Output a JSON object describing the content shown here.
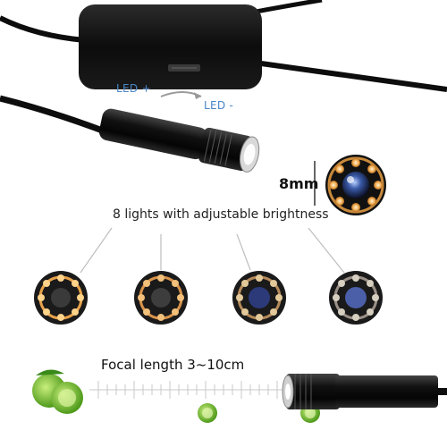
{
  "labels": {
    "led_plus": "LED +",
    "led_minus": "LED -",
    "lens_size": "8mm",
    "brightness_caption": "8 lights with adjustable brightness",
    "focal_length": "Focal length 3~10cm"
  },
  "brightness_levels": [
    {
      "name": "brightness-high",
      "glow": 1.0
    },
    {
      "name": "brightness-medium-high",
      "glow": 0.75
    },
    {
      "name": "brightness-medium-low",
      "glow": 0.45
    },
    {
      "name": "brightness-low",
      "glow": 0.25
    }
  ],
  "colors": {
    "led_text": "#4a86c8",
    "cable": "#0d0d0d",
    "led_warm": "#f2b25a",
    "led_ring": "#c8893a"
  }
}
